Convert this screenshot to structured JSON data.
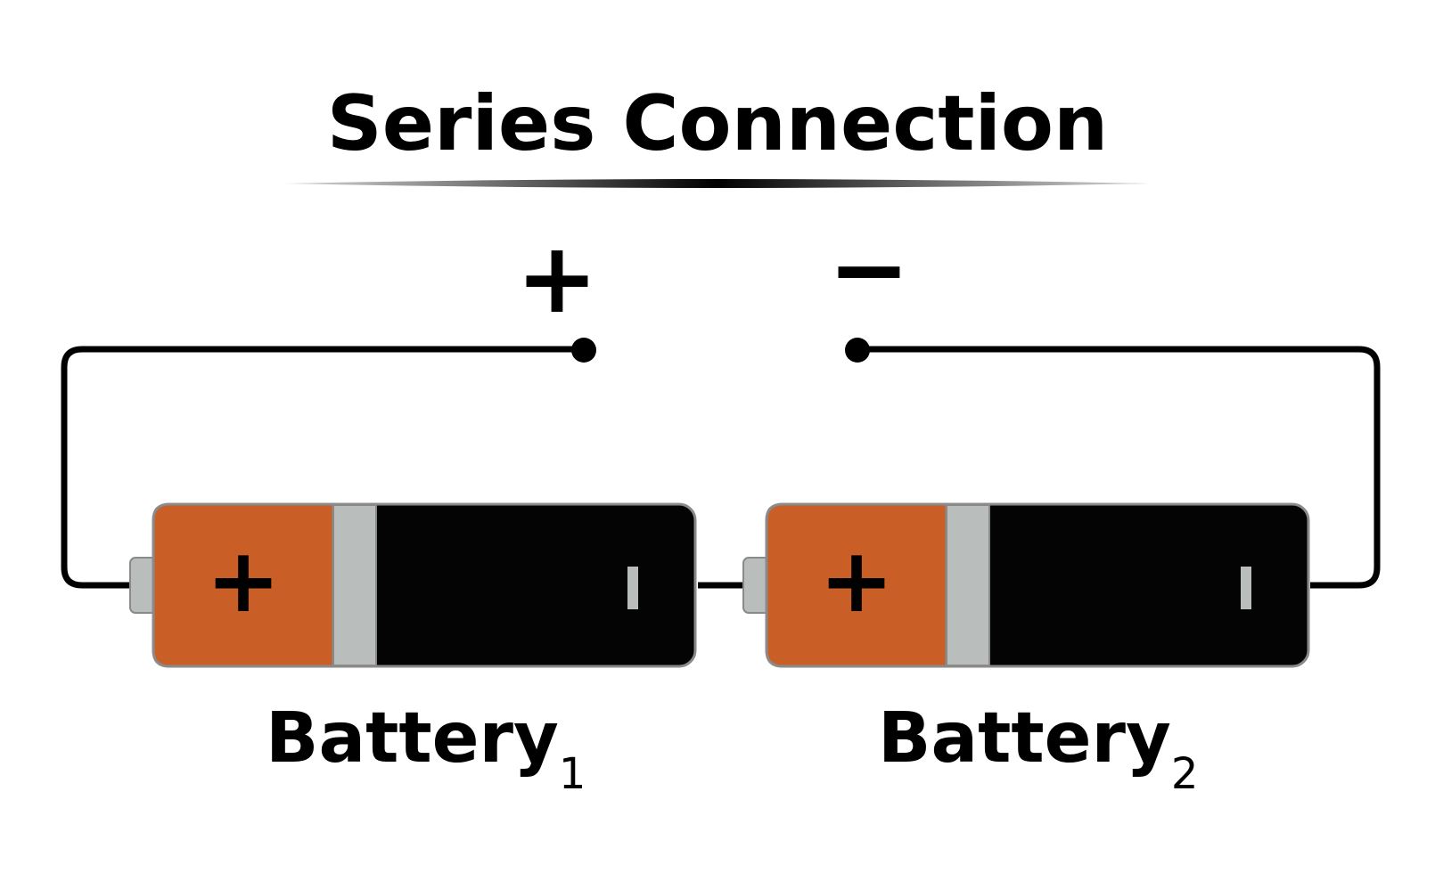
{
  "title": "Series Connection",
  "terminals": {
    "positive_symbol": "+",
    "negative_symbol": "−"
  },
  "batteries": [
    {
      "name": "Battery",
      "subscript": "1",
      "positive_mark": "+",
      "negative_mark": "I"
    },
    {
      "name": "Battery",
      "subscript": "2",
      "positive_mark": "+",
      "negative_mark": "I"
    }
  ],
  "colors": {
    "positive_cap": "#c95f26",
    "separator_band": "#b9bdbb",
    "battery_body": "#040404",
    "outline": "#8a8a8a",
    "wire": "#000000",
    "negative_mark": "#b9bdbb"
  }
}
